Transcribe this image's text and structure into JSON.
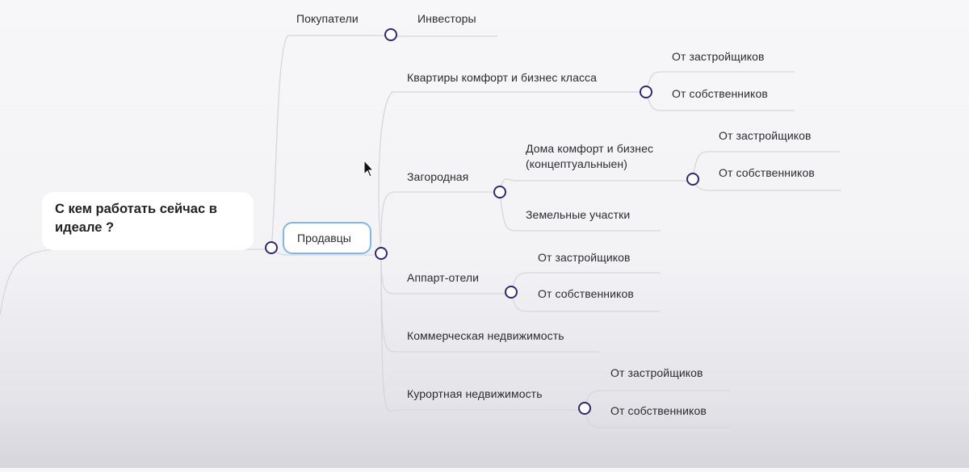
{
  "root": {
    "label": "С кем работать сейчас в идеале ?"
  },
  "nodes": {
    "buyers": "Покупатели",
    "investors": "Инвесторы",
    "sellers": "Продавцы",
    "apartments": "Квартиры комфорт и бизнес класса",
    "apartments_dev": "От застройщиков",
    "apartments_own": "От собственников",
    "suburban": "Загородная",
    "houses": "Дома комфорт и бизнес (концептуальныен)",
    "houses_dev": "От застройщиков",
    "houses_own": "От собственников",
    "land": "Земельные участки",
    "aparthotels": "Аппарт-отели",
    "aparthotels_dev": "От застройщиков",
    "aparthotels_own": "От собственников",
    "commercial": "Коммерческая недвижимость",
    "resort": "Курортная недвижимость",
    "resort_dev": "От застройщиков",
    "resort_own": "От собственников"
  },
  "colors": {
    "connector": "#d6d6dc",
    "knob_stroke": "#2e2a6b",
    "selection_border": "#7fb6ec"
  }
}
